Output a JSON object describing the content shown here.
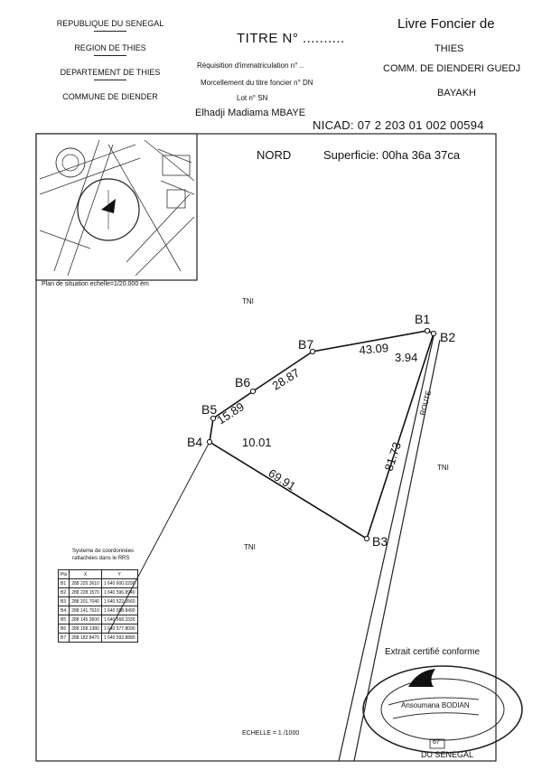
{
  "header_left": {
    "republic": "REPUBLIQUE DU SENEGAL",
    "region": "REGION DE THIES",
    "department": "DEPARTEMENT DE THIES",
    "commune": "COMMUNE DE DIENDER"
  },
  "title": "TITRE N° ..........",
  "requisition": "Réquisition d'immatriculation n° ..",
  "morcellement": "Morcellement du titre foncier n° DN",
  "lot": "Lot n° SN",
  "owner": "Elhadji Madiama MBAYE",
  "header_right": {
    "livre": "Livre Foncier de",
    "city": "THIES",
    "commune": "COMM. DE DIENDERI GUEDJ",
    "place": "BAYAKH"
  },
  "nicad": "NICAD: 07 2 203 01 002 00594",
  "nord": "NORD",
  "superficie": "Superficie: 00ha 36a 37ca",
  "plan_caption": "Plan de situation echelle=1/20.000 èm",
  "labels": {
    "tni_top": "TNI",
    "tni_right": "TNI",
    "tni_bottom": "TNI",
    "route": "ROUTE"
  },
  "points": {
    "b1": "B1",
    "b2": "B2",
    "b3": "B3",
    "b4": "B4",
    "b5": "B5",
    "b6": "B6",
    "b7": "B7"
  },
  "distances": {
    "b7_b1": "43.09",
    "b1_b2": "3.94",
    "b6_b7": "28.87",
    "b5_b6": "15.89",
    "b4_b5": "10.01",
    "b2_b3": "81.73",
    "b4_b3": "69.91"
  },
  "coordinate_system": {
    "line1": "Systeme de coordonnées",
    "line2": "rattachées dans le RRS"
  },
  "coord_table": {
    "headers": [
      "Pts",
      "X",
      "Y"
    ],
    "rows": [
      [
        "B1",
        "288 225.3610",
        "1 640 600.0290"
      ],
      [
        "B2",
        "288 228.1570",
        "1 640 596.8940"
      ],
      [
        "B3",
        "288 201.7040",
        "1 640 522.0560"
      ],
      [
        "B4",
        "288 141.7610",
        "1 640 558.8490"
      ],
      [
        "B5",
        "288 145.3600",
        "1 640 568.3330"
      ],
      [
        "B6",
        "288 158.1380",
        "1 640 577.8090"
      ],
      [
        "B7",
        "288 182.8470",
        "1 640 592.8880"
      ]
    ]
  },
  "scale": "ECHELLE = 1 /1000",
  "certification": "Extrait certifié conforme",
  "stamp": {
    "signer": "Ansoumana BODIAN",
    "number": "67",
    "ring_bottom": "DU SENEGAL"
  }
}
